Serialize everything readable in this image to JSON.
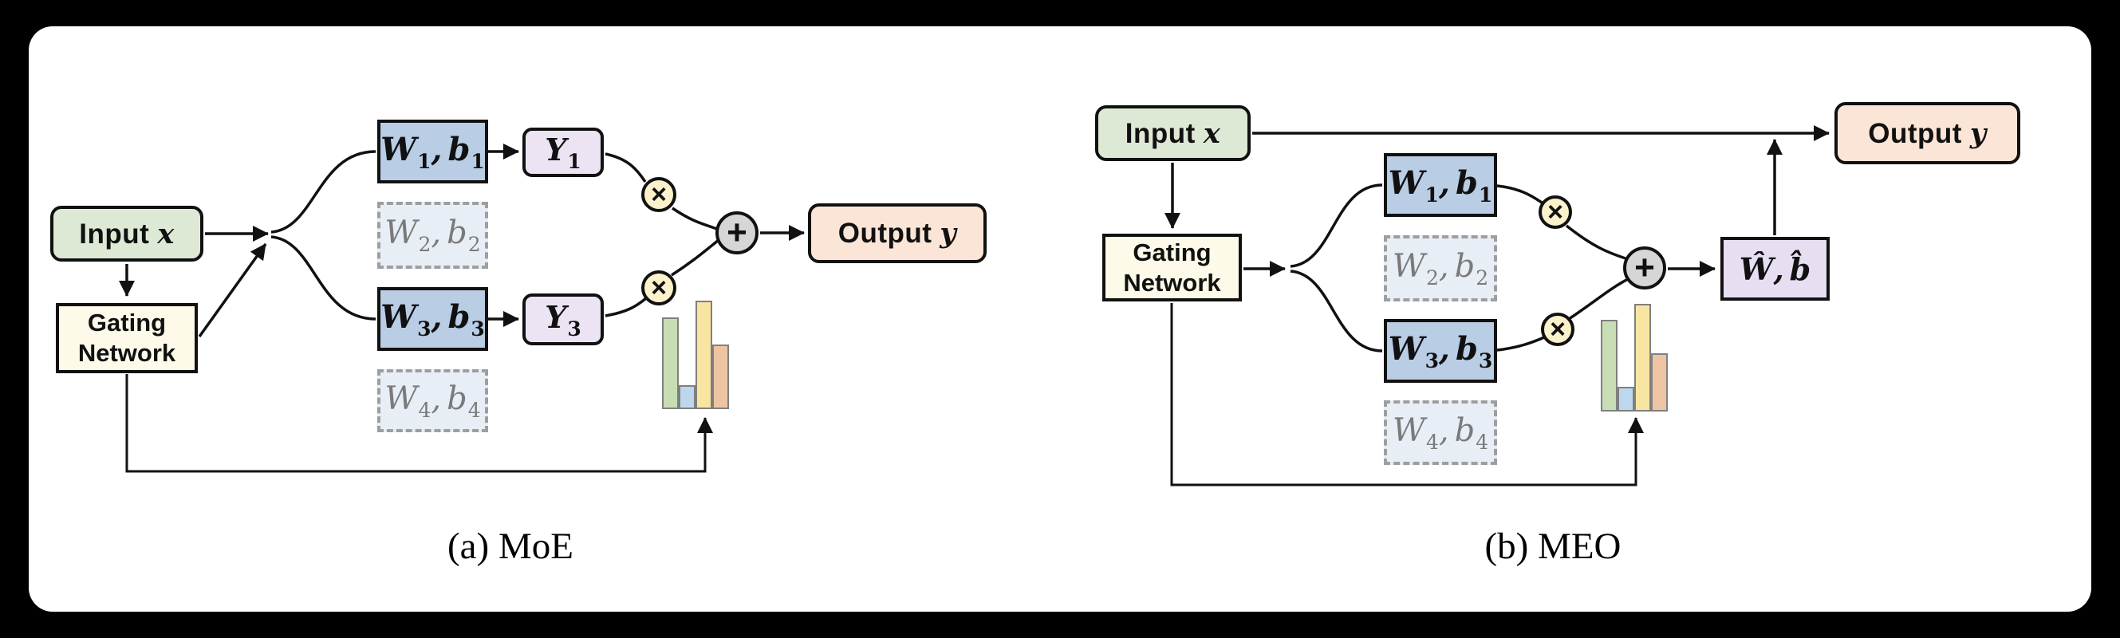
{
  "figure": {
    "type": "architecture-comparison-diagram",
    "background": "#000000",
    "panel_color": "#ffffff"
  },
  "colors": {
    "input_box": "#dde9d5",
    "gating_box": "#fdfae9",
    "expert_active_box": "#b9cde4",
    "expert_inactive_box": "#e8eef6",
    "expert_inactive_border": "#9e9e9e",
    "expert_output_box": "#ece3f3",
    "merged_box": "#e7def2",
    "output_box": "#fbe5d6",
    "multiply_circle": "#fbf1cb",
    "plus_circle": "#d6d6d6",
    "line": "#111111"
  },
  "operators": {
    "multiply": "×",
    "plus": "+"
  },
  "left": {
    "caption": "(a) MoE",
    "input_label": "Input",
    "input_math": "x",
    "gating_line1": "Gating",
    "gating_line2": "Network",
    "output_label": "Output",
    "output_math": "y",
    "experts": [
      {
        "w": "W",
        "w_sub": "1",
        "sep": ",",
        "b": "b",
        "b_sub": "1",
        "active": true
      },
      {
        "w": "W",
        "w_sub": "2",
        "sep": ",",
        "b": "b",
        "b_sub": "2",
        "active": false
      },
      {
        "w": "W",
        "w_sub": "3",
        "sep": ",",
        "b": "b",
        "b_sub": "3",
        "active": true
      },
      {
        "w": "W",
        "w_sub": "4",
        "sep": ",",
        "b": "b",
        "b_sub": "4",
        "active": false
      }
    ],
    "expert_outputs": [
      {
        "y": "Y",
        "sub": "1"
      },
      {
        "y": "Y",
        "sub": "3"
      }
    ],
    "gate_chart": {
      "description": "gating-weight bar chart, one bar per expert",
      "bars": [
        {
          "expert": "1",
          "color": "#c9ddb5",
          "height": 115
        },
        {
          "expert": "2",
          "color": "#bdd7ee",
          "height": 30
        },
        {
          "expert": "3",
          "color": "#f8e5a1",
          "height": 136
        },
        {
          "expert": "4",
          "color": "#edc5a2",
          "height": 81
        }
      ]
    }
  },
  "right": {
    "caption": "(b) MEO",
    "input_label": "Input",
    "input_math": "x",
    "gating_line1": "Gating",
    "gating_line2": "Network",
    "output_label": "Output",
    "output_math": "y",
    "experts": [
      {
        "w": "W",
        "w_sub": "1",
        "sep": ",",
        "b": "b",
        "b_sub": "1",
        "active": true
      },
      {
        "w": "W",
        "w_sub": "2",
        "sep": ",",
        "b": "b",
        "b_sub": "2",
        "active": false
      },
      {
        "w": "W",
        "w_sub": "3",
        "sep": ",",
        "b": "b",
        "b_sub": "3",
        "active": true
      },
      {
        "w": "W",
        "w_sub": "4",
        "sep": ",",
        "b": "b",
        "b_sub": "4",
        "active": false
      }
    ],
    "merged": {
      "w": "Ŵ",
      "sep": ",",
      "b": "b̂"
    },
    "gate_chart": {
      "description": "gating-weight bar chart, one bar per expert",
      "bars": [
        {
          "expert": "1",
          "color": "#c9ddb5",
          "height": 115
        },
        {
          "expert": "2",
          "color": "#bdd7ee",
          "height": 31
        },
        {
          "expert": "3",
          "color": "#f8e5a1",
          "height": 135
        },
        {
          "expert": "4",
          "color": "#edc5a2",
          "height": 73
        }
      ]
    }
  }
}
